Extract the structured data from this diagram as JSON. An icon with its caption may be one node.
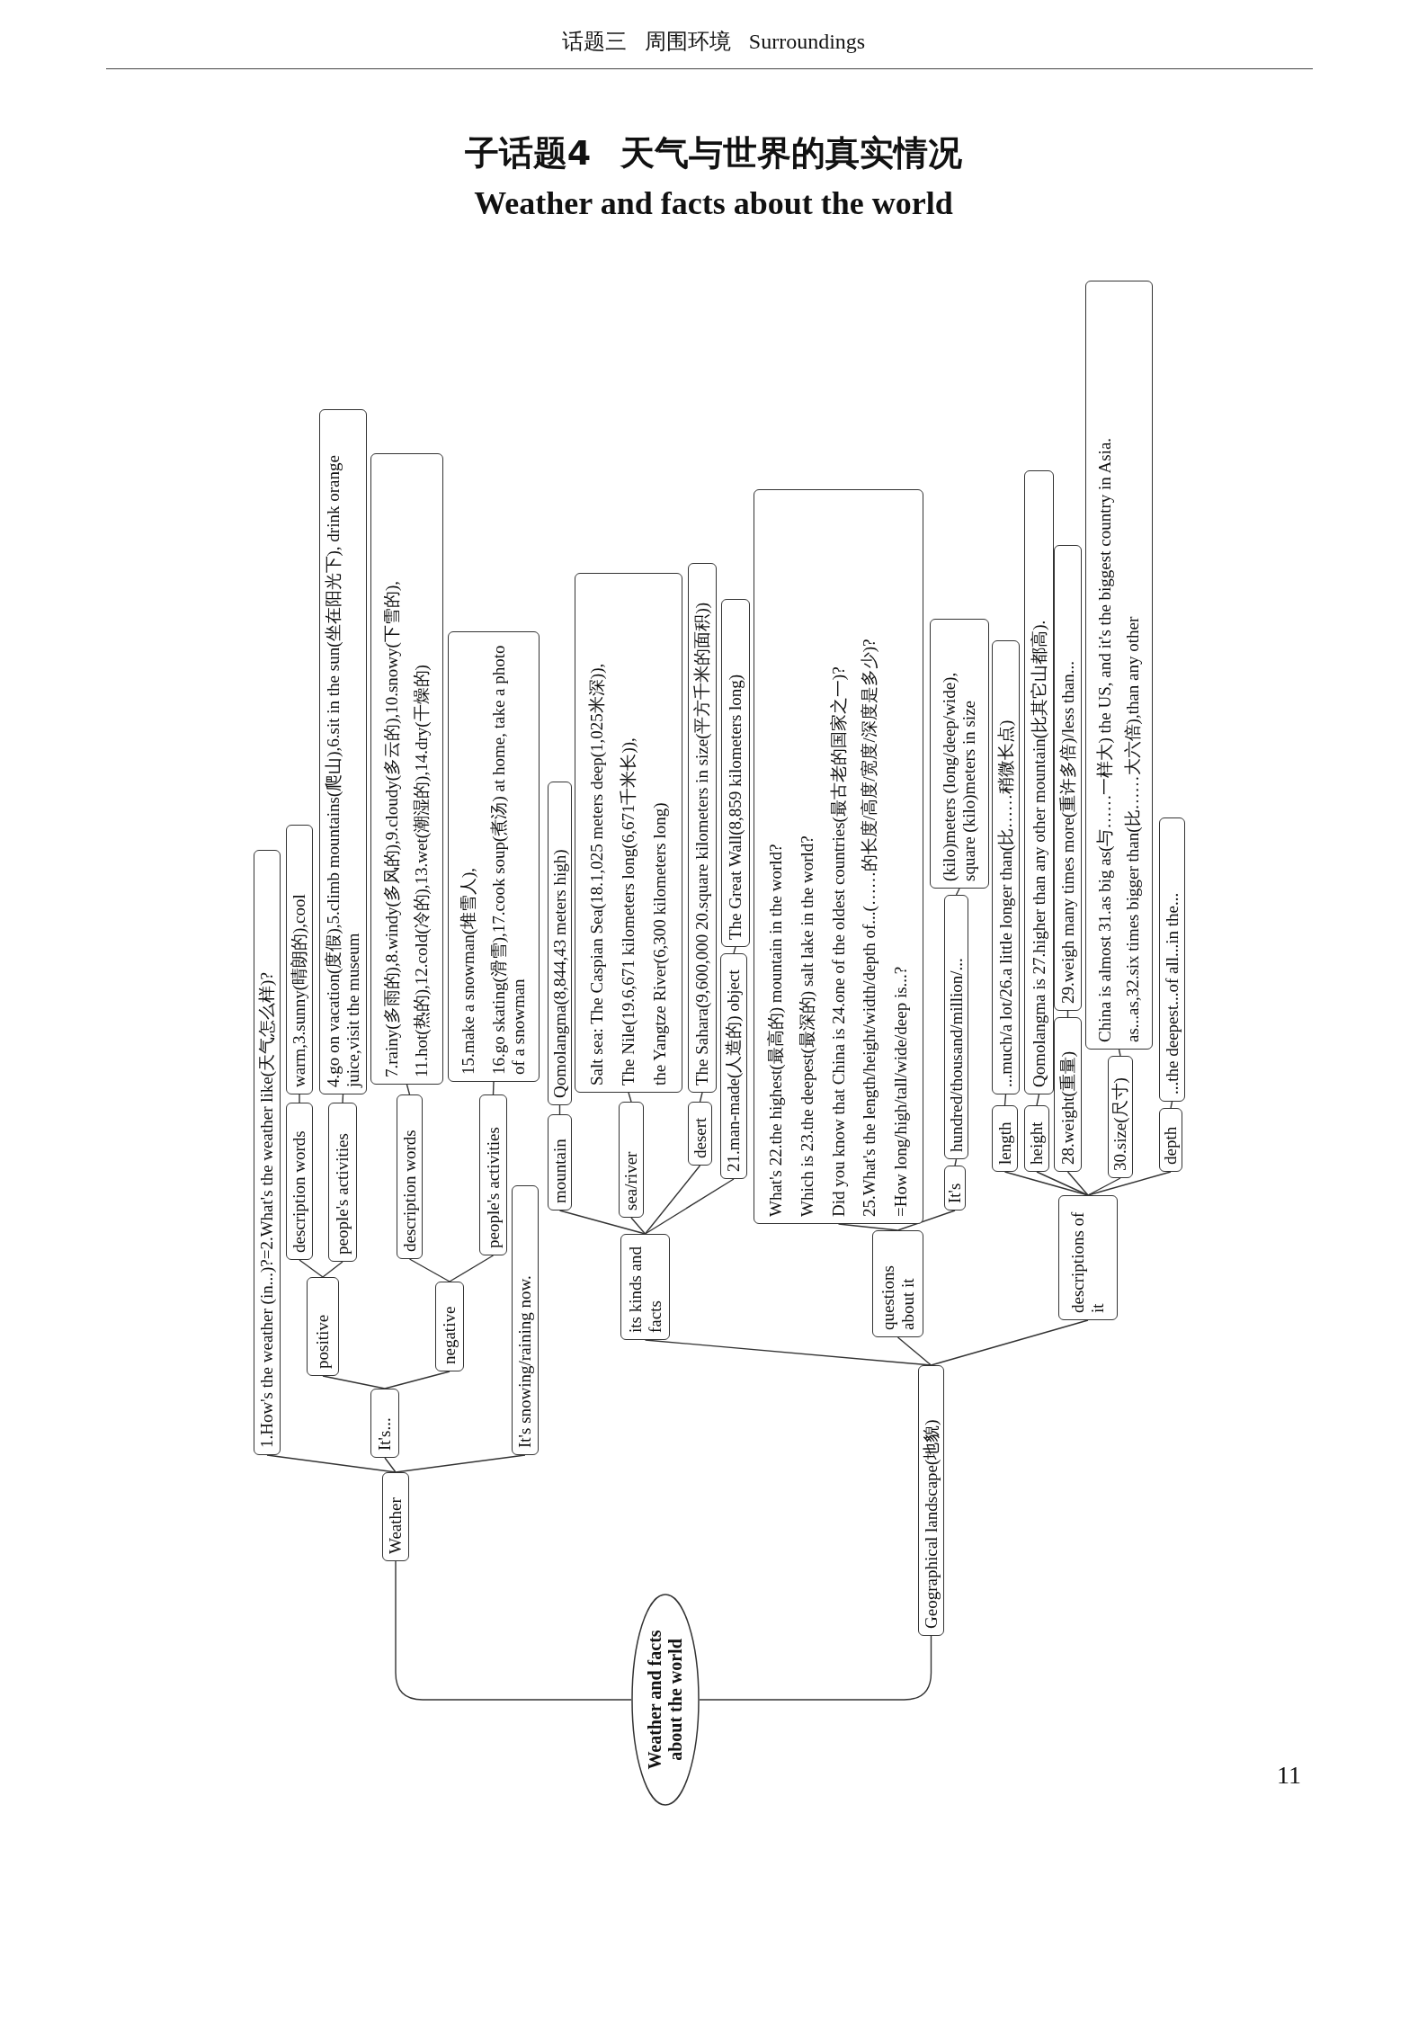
{
  "diagram": {
    "title": "子话题4 天气与世界的真实情况",
    "nodes": [
      {
        "text": [
          "Weather and facts about the world"
        ]
      },
      {
        "text": [
          "Weather"
        ]
      },
      {
        "text": [
          "Geographical landscape(地貌)"
        ]
      },
      {
        "text": [
          "1.How's the weather (in...)?=2.What's the weather like(天气怎么样)?"
        ]
      },
      {
        "text": [
          "It's..."
        ]
      },
      {
        "text": [
          "It's snowing/raining now."
        ]
      },
      {
        "text": [
          "positive"
        ]
      },
      {
        "text": [
          "negative"
        ]
      },
      {
        "text": [
          "description words"
        ]
      },
      {
        "text": [
          "people's activities"
        ]
      },
      {
        "text": [
          "warm,3.sunny(晴朗的),cool"
        ]
      },
      {
        "text": [
          "4.go on vacation(度假),5.climb mountains(爬山),6.sit in the sun(坐在阳光下), drink orange juice,visit the museum"
        ]
      },
      {
        "text": [
          "description words"
        ]
      },
      {
        "text": [
          "people's activities"
        ]
      },
      {
        "text": [
          "7.rainy(多雨的),8.windy(多风的),9.cloudy(多云的),10.snowy(下雪的),",
          "11.hot(热的),12.cold(冷的),13.wet(潮湿的),14.dry(干燥的)"
        ]
      },
      {
        "text": [
          "15.make a snowman(堆雪人),",
          "16.go skating(滑雪),17.cook soup(煮汤) at home, take a photo of a snowman"
        ]
      },
      {
        "text": [
          "mountain"
        ]
      },
      {
        "text": [
          "Qomolangma(8,844,43 meters high)"
        ]
      },
      {
        "text": [
          "its kinds and facts"
        ]
      },
      {
        "text": [
          "sea/river"
        ]
      },
      {
        "text": [
          "Salt sea: The Caspian Sea(18.1,025 meters deep(1,025米深)),",
          "The Nile(19.6,671 kilometers long(6,671千米长)),",
          "the Yangtze River(6,300 kilometers long)"
        ]
      },
      {
        "text": [
          "desert"
        ]
      },
      {
        "text": [
          "The Sahara(9,600,000 20.square kilometers in size(平方千米的面积))"
        ]
      },
      {
        "text": [
          "21.man-made(人造的) object"
        ]
      },
      {
        "text": [
          "The Great Wall(8,859 kilometers long)"
        ]
      },
      {
        "text": [
          "questions about it"
        ]
      },
      {
        "text": [
          "What's 22.the highest(最高的) mountain in the world?",
          "Which is 23.the deepest(最深的) salt lake in the world?",
          "Did you know that China is 24.one of the oldest countries(最古老的国家之一)?",
          "25.What's the length/height/width/depth of...(……的长度/高度/宽度/深度是多少)?",
          "=How long/high/tall/wide/deep is...?"
        ]
      },
      {
        "text": [
          "It's"
        ]
      },
      {
        "text": [
          "hundred/thousand/million/..."
        ]
      },
      {
        "text": [
          "(kilo)meters (long/deep/wide), square (kilo)meters in size"
        ]
      },
      {
        "text": [
          "descriptions of it"
        ]
      },
      {
        "text": [
          "length"
        ]
      },
      {
        "text": [
          "...much/a lot/26.a little longer than(比……稍微长点)"
        ]
      },
      {
        "text": [
          "height"
        ]
      },
      {
        "text": [
          "Qomolangma is 27.higher than any other mountain(比其它山都高)."
        ]
      },
      {
        "text": [
          "28.weight(重量)"
        ]
      },
      {
        "text": [
          "29.weigh many times more(重许多倍)/less than..."
        ]
      },
      {
        "text": [
          "30.size(尺寸)"
        ]
      },
      {
        "text": [
          "China is almost 31.as big as(与……一样大) the US, and it's the biggest country in Asia.",
          "as...as,32.six times bigger than(比……大六倍),than any other"
        ]
      },
      {
        "text": [
          "depth"
        ]
      },
      {
        "text": [
          "...the deepest...of all...in the..."
        ]
      }
    ],
    "edges": [
      {
        "from": 0,
        "to": 1,
        "arrow": "none"
      },
      {
        "from": 0,
        "to": 2,
        "arrow": "none"
      },
      {
        "from": 1,
        "to": 3,
        "arrow": "none"
      },
      {
        "from": 1,
        "to": 4,
        "arrow": "none"
      },
      {
        "from": 1,
        "to": 5,
        "arrow": "none"
      },
      {
        "from": 4,
        "to": 6,
        "arrow": "none"
      },
      {
        "from": 4,
        "to": 7,
        "arrow": "none"
      },
      {
        "from": 6,
        "to": 8,
        "arrow": "none"
      },
      {
        "from": 6,
        "to": 9,
        "arrow": "none"
      },
      {
        "from": 8,
        "to": 10,
        "arrow": "none"
      },
      {
        "from": 9,
        "to": 11,
        "arrow": "none"
      },
      {
        "from": 7,
        "to": 12,
        "arrow": "none"
      },
      {
        "from": 7,
        "to": 13,
        "arrow": "none"
      },
      {
        "from": 12,
        "to": 14,
        "arrow": "none"
      },
      {
        "from": 13,
        "to": 15,
        "arrow": "none"
      },
      {
        "from": 2,
        "to": 18,
        "arrow": "none"
      },
      {
        "from": 2,
        "to": 25,
        "arrow": "none"
      },
      {
        "from": 2,
        "to": 30,
        "arrow": "none"
      },
      {
        "from": 18,
        "to": 16,
        "arrow": "none"
      },
      {
        "from": 18,
        "to": 19,
        "arrow": "none"
      },
      {
        "from": 18,
        "to": 21,
        "arrow": "none"
      },
      {
        "from": 18,
        "to": 23,
        "arrow": "none"
      },
      {
        "from": 16,
        "to": 17,
        "arrow": "none"
      },
      {
        "from": 19,
        "to": 20,
        "arrow": "none"
      },
      {
        "from": 21,
        "to": 22,
        "arrow": "none"
      },
      {
        "from": 23,
        "to": 24,
        "arrow": "none"
      },
      {
        "from": 25,
        "to": 26,
        "arrow": "none"
      },
      {
        "from": 25,
        "to": 27,
        "arrow": "none"
      },
      {
        "from": 27,
        "to": 28,
        "arrow": "none"
      },
      {
        "from": 28,
        "to": 29,
        "arrow": "none"
      },
      {
        "from": 30,
        "to": 31,
        "arrow": "none"
      },
      {
        "from": 30,
        "to": 33,
        "arrow": "none"
      },
      {
        "from": 30,
        "to": 35,
        "arrow": "none"
      },
      {
        "from": 30,
        "to": 37,
        "arrow": "none"
      },
      {
        "from": 30,
        "to": 39,
        "arrow": "none"
      },
      {
        "from": 31,
        "to": 32,
        "arrow": "none"
      },
      {
        "from": 33,
        "to": 34,
        "arrow": "none"
      },
      {
        "from": 35,
        "to": 36,
        "arrow": "none"
      },
      {
        "from": 37,
        "to": 38,
        "arrow": "none"
      },
      {
        "from": 39,
        "to": 40,
        "arrow": "none"
      }
    ],
    "labels": [
      "话题三 周围环境 Surroundings",
      "Weather and facts about the world",
      "11"
    ]
  }
}
